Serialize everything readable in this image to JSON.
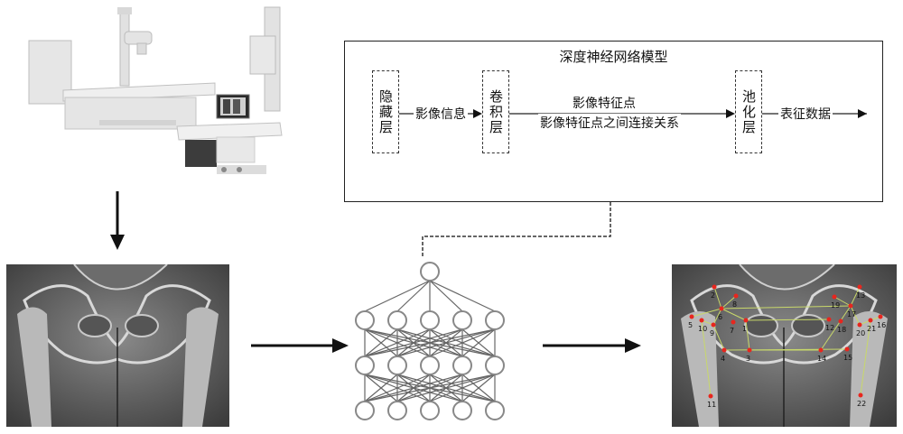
{
  "model": {
    "title": "深度神经网络模型",
    "layers": [
      {
        "id": "hidden",
        "label": "隐藏层"
      },
      {
        "id": "conv",
        "label": "卷积层"
      },
      {
        "id": "pool",
        "label": "池化层"
      }
    ],
    "flows": [
      {
        "id": "hidden-to-conv",
        "label": "影像信息"
      },
      {
        "id": "conv-to-pool-line1",
        "label": "影像特征点"
      },
      {
        "id": "conv-to-pool-line2",
        "label": "影像特征点之间连接关系"
      },
      {
        "id": "pool-out",
        "label": "表征数据"
      }
    ]
  },
  "images": {
    "xray_machine": "x-ray-machine",
    "input_xray": "pelvis-xray",
    "network": "neural-network",
    "output_xray": "annotated-pelvis-xray"
  },
  "network": {
    "layers": [
      1,
      5,
      5,
      5
    ]
  },
  "landmarks": [
    {
      "n": "1"
    },
    {
      "n": "2"
    },
    {
      "n": "3"
    },
    {
      "n": "4"
    },
    {
      "n": "5"
    },
    {
      "n": "6"
    },
    {
      "n": "7"
    },
    {
      "n": "8"
    },
    {
      "n": "9"
    },
    {
      "n": "10"
    },
    {
      "n": "11"
    },
    {
      "n": "12"
    },
    {
      "n": "13"
    },
    {
      "n": "14"
    },
    {
      "n": "15"
    },
    {
      "n": "16"
    },
    {
      "n": "17"
    },
    {
      "n": "18"
    },
    {
      "n": "19"
    },
    {
      "n": "20"
    },
    {
      "n": "21"
    },
    {
      "n": "22"
    }
  ],
  "colors": {
    "landmark": "#e8261e",
    "connector": "#c8d86a",
    "arrow": "#111111"
  }
}
